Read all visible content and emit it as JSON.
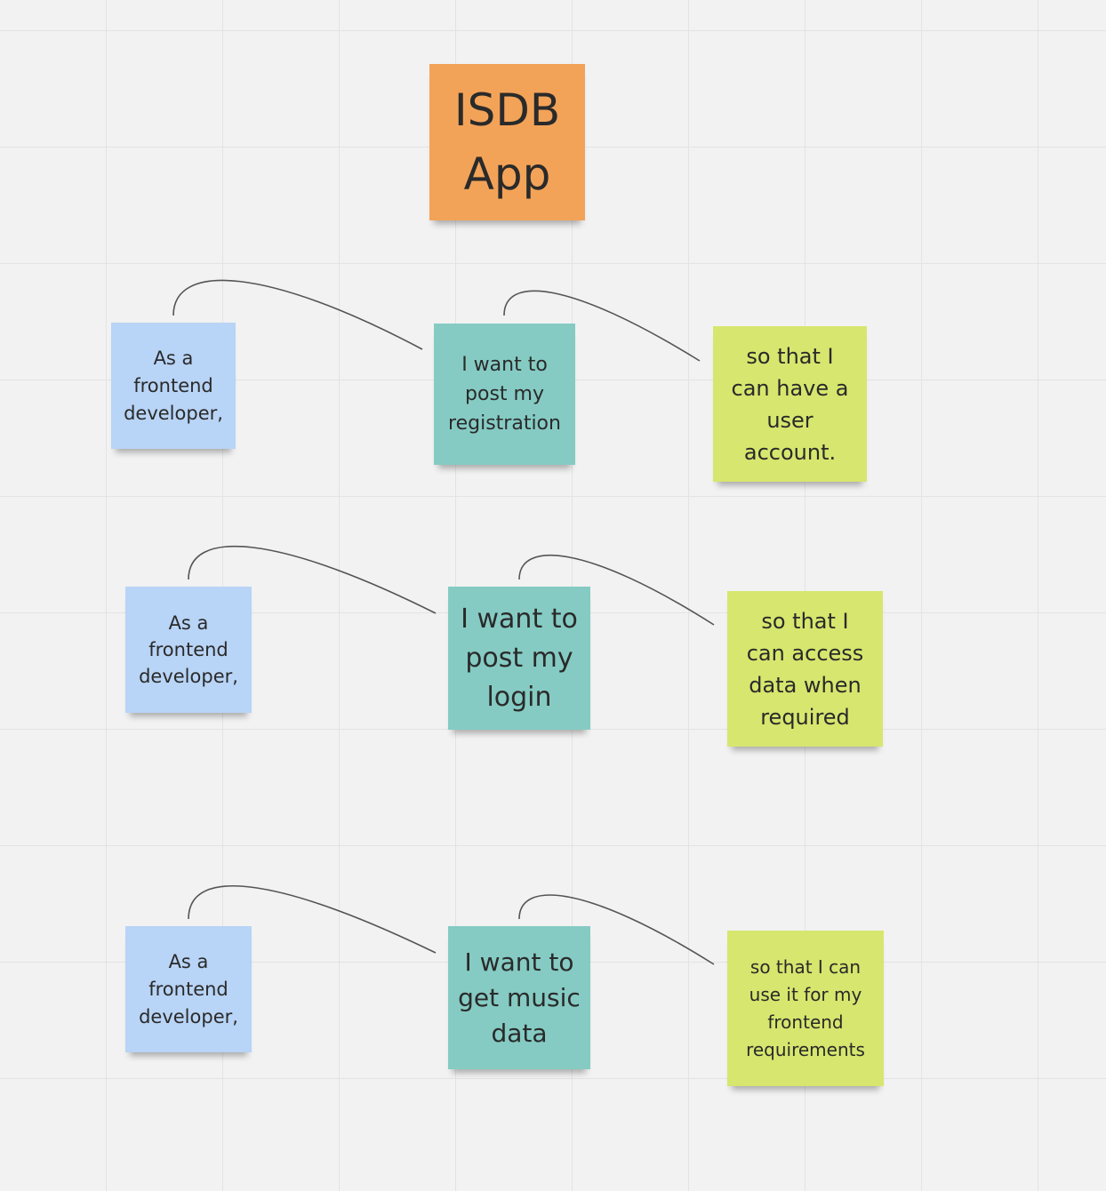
{
  "board": {
    "title": "ISDB\nApp",
    "stories": [
      {
        "role": "As a\nfrontend\ndeveloper,",
        "want": "I want to\npost my\nregistration",
        "benefit": "so that I\ncan have a\nuser\naccount."
      },
      {
        "role": "As a\nfrontend\ndeveloper,",
        "want": "I want to\npost my\nlogin",
        "benefit": "so that I\ncan access\ndata when\nrequired"
      },
      {
        "role": "As a\nfrontend\ndeveloper,",
        "want": "I want to\nget music\ndata",
        "benefit": "so that I can\nuse it for my\nfrontend\nrequirements"
      }
    ]
  },
  "colors": {
    "background": "#f2f2f2",
    "title_note": "#f3a358",
    "role_note": "#b8d4f6",
    "want_note": "#85cbc3",
    "benefit_note": "#d7e66e",
    "connector": "#555555"
  }
}
